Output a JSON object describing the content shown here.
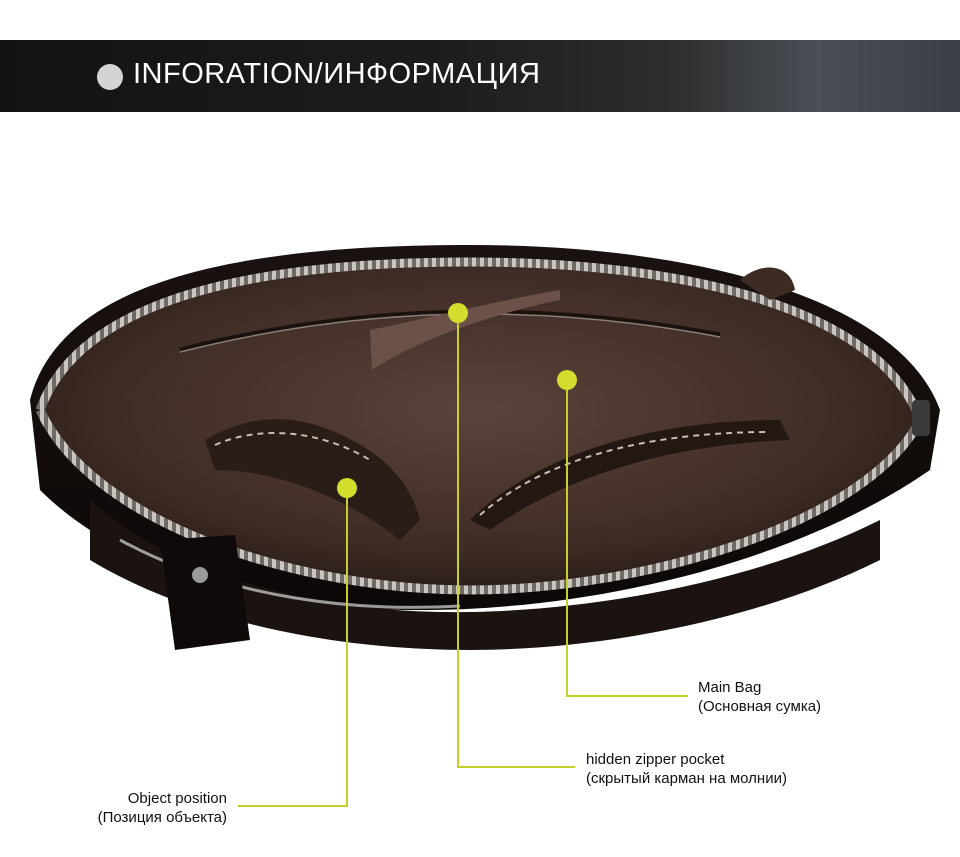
{
  "header": {
    "title": "INFORATION/ИНФОРМАЦИЯ",
    "dot_color": "#d4d4d4",
    "background_color": "#151515"
  },
  "accent_color": "#d3dd2d",
  "photo": {
    "subject": "open leather crossbody bag, interior view"
  },
  "annotations": {
    "main_bag": {
      "label_en": "Main Bag",
      "label_ru": "(Основная сумка)"
    },
    "hidden_zipper_pocket": {
      "label_en": "hidden zipper pocket",
      "label_ru": "(скрытый карман на молнии)"
    },
    "object_position": {
      "label_en": "Object position",
      "label_ru": "(Позиция объекта)"
    }
  }
}
